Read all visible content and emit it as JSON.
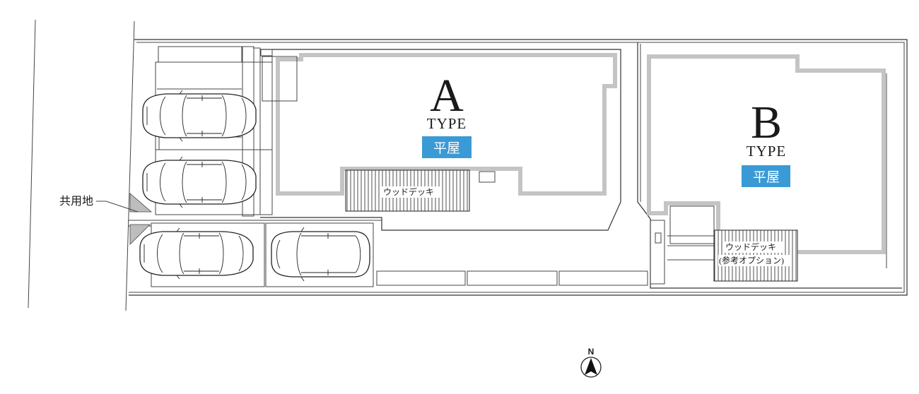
{
  "houses": [
    {
      "id": "A",
      "letter": "A",
      "type_label": "TYPE",
      "badge": "平屋",
      "deck_label": "ウッドデッキ"
    },
    {
      "id": "B",
      "letter": "B",
      "type_label": "TYPE",
      "badge": "平屋",
      "deck_label": "ウッドデッキ",
      "deck_note": "(参考オプション)"
    }
  ],
  "common_area_label": "共用地",
  "compass": {
    "label": "N"
  },
  "colors": {
    "badge": "#3a9ad5",
    "wall": "#c4c4c4",
    "line": "#333333"
  }
}
